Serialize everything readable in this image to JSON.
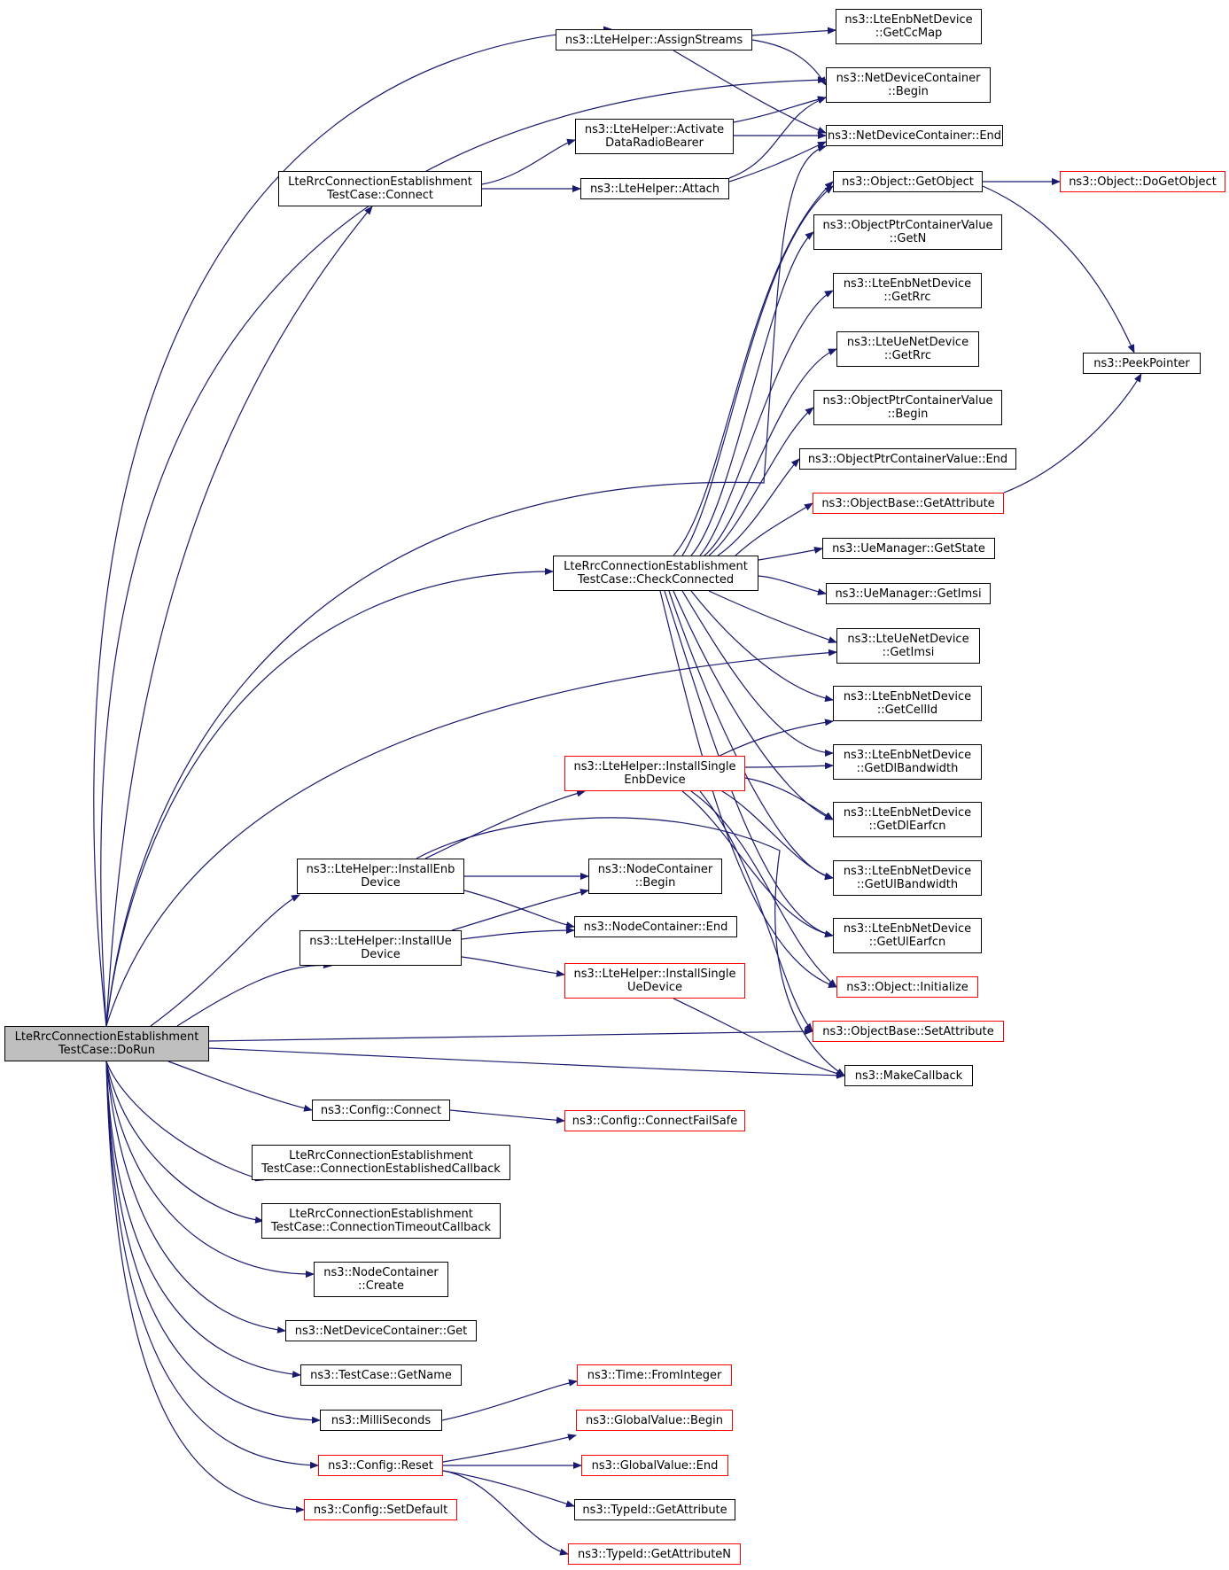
{
  "colors": {
    "edge": "#191970",
    "node_border": "#000000",
    "node_border_red": "#ff0000",
    "root_fill": "#bfbfbf"
  },
  "nodes": {
    "dorun": {
      "lines": [
        "LteRrcConnectionEstablishment",
        "TestCase::DoRun"
      ]
    },
    "assignStreams": {
      "lines": [
        "ns3::LteHelper::AssignStreams"
      ]
    },
    "getCcMap": {
      "lines": [
        "ns3::LteEnbNetDevice",
        "::GetCcMap"
      ]
    },
    "ndcBegin": {
      "lines": [
        "ns3::NetDeviceContainer",
        "::Begin"
      ]
    },
    "ndcEnd": {
      "lines": [
        "ns3::NetDeviceContainer::End"
      ]
    },
    "activateDRB": {
      "lines": [
        "ns3::LteHelper::Activate",
        "DataRadioBearer"
      ]
    },
    "connect": {
      "lines": [
        "LteRrcConnectionEstablishment",
        "TestCase::Connect"
      ]
    },
    "attach": {
      "lines": [
        "ns3::LteHelper::Attach"
      ]
    },
    "getObject": {
      "lines": [
        "ns3::Object::GetObject"
      ]
    },
    "doGetObject": {
      "lines": [
        "ns3::Object::DoGetObject"
      ]
    },
    "optrGetN": {
      "lines": [
        "ns3::ObjectPtrContainerValue",
        "::GetN"
      ]
    },
    "enbGetRrc": {
      "lines": [
        "ns3::LteEnbNetDevice",
        "::GetRrc"
      ]
    },
    "ueGetRrc": {
      "lines": [
        "ns3::LteUeNetDevice",
        "::GetRrc"
      ]
    },
    "peekPointer": {
      "lines": [
        "ns3::PeekPointer"
      ]
    },
    "optrBegin": {
      "lines": [
        "ns3::ObjectPtrContainerValue",
        "::Begin"
      ]
    },
    "optrEnd": {
      "lines": [
        "ns3::ObjectPtrContainerValue::End"
      ]
    },
    "getAttribute": {
      "lines": [
        "ns3::ObjectBase::GetAttribute"
      ]
    },
    "checkConnected": {
      "lines": [
        "LteRrcConnectionEstablishment",
        "TestCase::CheckConnected"
      ]
    },
    "ueMgrState": {
      "lines": [
        "ns3::UeManager::GetState"
      ]
    },
    "ueMgrImsi": {
      "lines": [
        "ns3::UeManager::GetImsi"
      ]
    },
    "ueGetImsi": {
      "lines": [
        "ns3::LteUeNetDevice",
        "::GetImsi"
      ]
    },
    "getCellId": {
      "lines": [
        "ns3::LteEnbNetDevice",
        "::GetCellId"
      ]
    },
    "installSingleEnb": {
      "lines": [
        "ns3::LteHelper::InstallSingle",
        "EnbDevice"
      ]
    },
    "getDlBw": {
      "lines": [
        "ns3::LteEnbNetDevice",
        "::GetDlBandwidth"
      ]
    },
    "getDlEarfcn": {
      "lines": [
        "ns3::LteEnbNetDevice",
        "::GetDlEarfcn"
      ]
    },
    "installEnb": {
      "lines": [
        "ns3::LteHelper::InstallEnb",
        "Device"
      ]
    },
    "ncBegin": {
      "lines": [
        "ns3::NodeContainer",
        "::Begin"
      ]
    },
    "getUlBw": {
      "lines": [
        "ns3::LteEnbNetDevice",
        "::GetUlBandwidth"
      ]
    },
    "ncEnd": {
      "lines": [
        "ns3::NodeContainer::End"
      ]
    },
    "installUe": {
      "lines": [
        "ns3::LteHelper::InstallUe",
        "Device"
      ]
    },
    "getUlEarfcn": {
      "lines": [
        "ns3::LteEnbNetDevice",
        "::GetUlEarfcn"
      ]
    },
    "installSingleUe": {
      "lines": [
        "ns3::LteHelper::InstallSingle",
        "UeDevice"
      ]
    },
    "initialize": {
      "lines": [
        "ns3::Object::Initialize"
      ]
    },
    "setAttribute": {
      "lines": [
        "ns3::ObjectBase::SetAttribute"
      ]
    },
    "makeCallback": {
      "lines": [
        "ns3::MakeCallback"
      ]
    },
    "cfgConnect": {
      "lines": [
        "ns3::Config::Connect"
      ]
    },
    "connectFailSafe": {
      "lines": [
        "ns3::Config::ConnectFailSafe"
      ]
    },
    "connEstCb": {
      "lines": [
        "LteRrcConnectionEstablishment",
        "TestCase::ConnectionEstablishedCallback"
      ]
    },
    "connTimeoutCb": {
      "lines": [
        "LteRrcConnectionEstablishment",
        "TestCase::ConnectionTimeoutCallback"
      ]
    },
    "ncCreate": {
      "lines": [
        "ns3::NodeContainer",
        "::Create"
      ]
    },
    "ndcGet": {
      "lines": [
        "ns3::NetDeviceContainer::Get"
      ]
    },
    "getName": {
      "lines": [
        "ns3::TestCase::GetName"
      ]
    },
    "fromInteger": {
      "lines": [
        "ns3::Time::FromInteger"
      ]
    },
    "milliSeconds": {
      "lines": [
        "ns3::MilliSeconds"
      ]
    },
    "gvBegin": {
      "lines": [
        "ns3::GlobalValue::Begin"
      ]
    },
    "cfgReset": {
      "lines": [
        "ns3::Config::Reset"
      ]
    },
    "gvEnd": {
      "lines": [
        "ns3::GlobalValue::End"
      ]
    },
    "typeGetAttr": {
      "lines": [
        "ns3::TypeId::GetAttribute"
      ]
    },
    "setDefault": {
      "lines": [
        "ns3::Config::SetDefault"
      ]
    },
    "typeGetAttrN": {
      "lines": [
        "ns3::TypeId::GetAttributeN"
      ]
    }
  }
}
